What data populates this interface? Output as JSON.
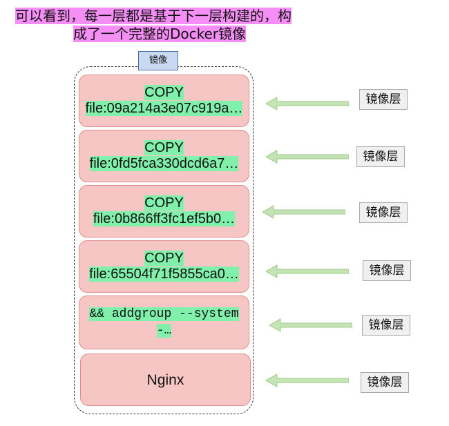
{
  "title": {
    "line1": "可以看到，每一层都是基于下一层构建的，构",
    "line2": "成了一个完整的Docker镜像"
  },
  "image_tag": "镜像",
  "layers": [
    {
      "line1": "COPY",
      "line2": "file:09a214a3e07c919a…"
    },
    {
      "line1": "COPY",
      "line2": "file:0fd5fca330dcd6a7…"
    },
    {
      "line1": "COPY",
      "line2": "file:0b866ff3fc1ef5b0…"
    },
    {
      "line1": "COPY",
      "line2": "file:65504f71f5855ca0…"
    },
    {
      "line1": "&& addgroup --system",
      "line2": "-…"
    },
    {
      "line1": "Nginx"
    }
  ],
  "layer_labels": [
    "镜像层",
    "镜像层",
    "镜像层",
    "镜像层",
    "镜像层",
    "镜像层"
  ],
  "colors": {
    "layer_fill": "#f6c6c4",
    "text_highlight": "#80f0aa",
    "title_highlight": "#f58ef5",
    "arrow": "#c5e3b4"
  }
}
